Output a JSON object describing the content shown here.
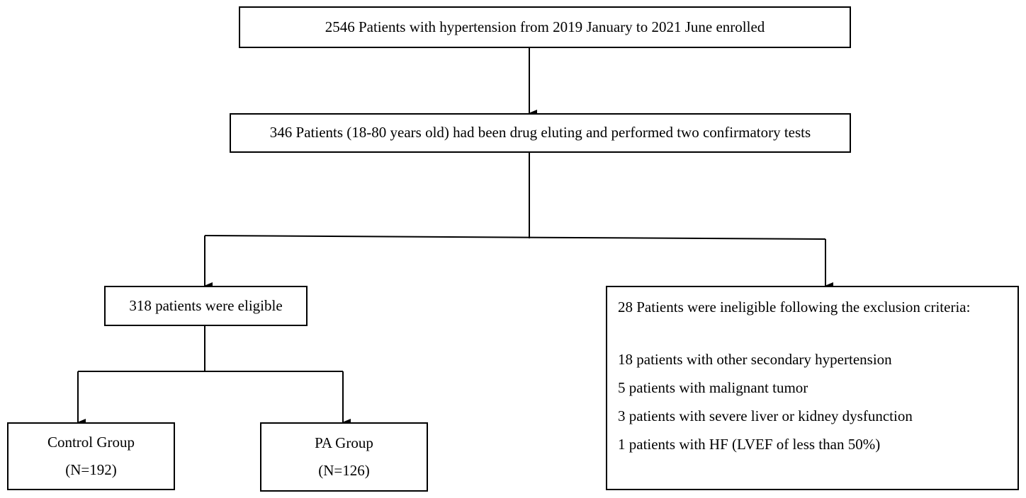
{
  "flowchart": {
    "enrolled": "2546 Patients with hypertension from 2019 January to 2021 June enrolled",
    "tested": "346 Patients (18-80 years old) had been drug eluting and performed two confirmatory tests",
    "eligible": "318 patients were eligible",
    "control_group": {
      "title": "Control Group",
      "count": "(N=192)"
    },
    "pa_group": {
      "title": "PA Group",
      "count": "(N=126)"
    },
    "ineligible": {
      "heading": "28 Patients were ineligible following the exclusion criteria:",
      "items": [
        "18 patients with other secondary hypertension",
        "5 patients with malignant tumor",
        "3 patients with severe liver or kidney dysfunction",
        "1 patients with HF (LVEF of less than 50%)"
      ]
    }
  }
}
